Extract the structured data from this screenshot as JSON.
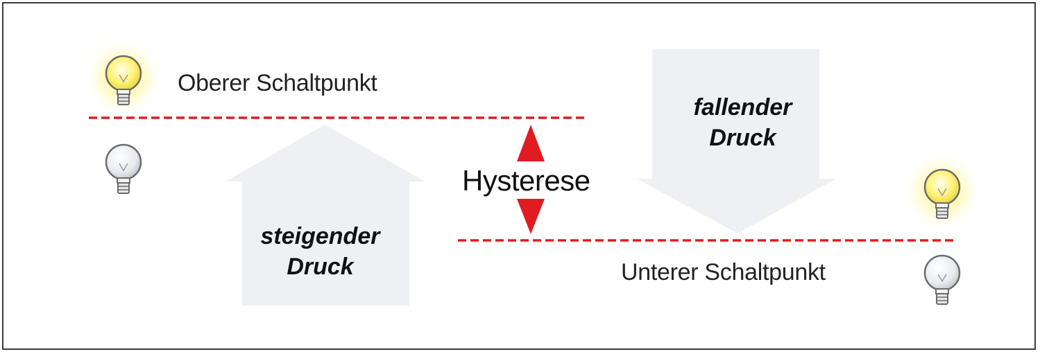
{
  "labels": {
    "upper_switch_point": "Oberer Schaltpunkt",
    "lower_switch_point": "Unterer Schaltpunkt",
    "hysteresis": "Hysterese",
    "rising_line1": "steigender",
    "rising_line2": "Druck",
    "falling_line1": "fallender",
    "falling_line2": "Druck"
  },
  "colors": {
    "threshold_line": "#e01b22",
    "arrow_fill": "#eef0f4",
    "bulb_glow": "#fff36b",
    "frame": "#3a3a3a"
  },
  "icons": {
    "bulb_on": "lightbulb-on-icon",
    "bulb_off": "lightbulb-off-icon"
  }
}
